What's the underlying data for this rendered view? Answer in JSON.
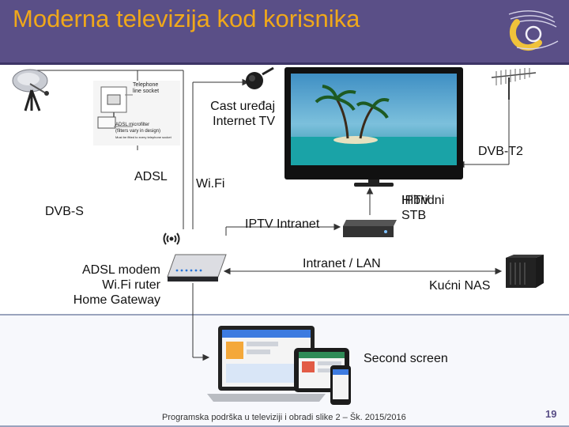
{
  "header": {
    "title": "Moderna televizija kod korisnika",
    "background": "#5a4f87",
    "title_color": "#f0a81a",
    "logo_icon": "institution-logo-icon"
  },
  "labels": {
    "cast_line1": "Cast uređaj",
    "cast_line2": "Internet TV",
    "dvbt2": "DVB-T2",
    "adsl": "ADSL",
    "wifi": "Wi.Fi",
    "dvbs": "DVB-S",
    "iptv_intranet": "IPTV Intranet",
    "hybrid_line1": "Hibridni",
    "hybrid_overlap": "IPTV",
    "hybrid_line2": "STB",
    "modem_line1": "ADSL modem",
    "modem_line2": "Wi.Fi ruter",
    "modem_line3": "Home Gateway",
    "intranet_lan": "Intranet / LAN",
    "nas": "Kućni NAS",
    "second_screen": "Second screen"
  },
  "socket_panel": {
    "telephone_line1": "Telephone",
    "telephone_line2": "line socket",
    "microfilter_line1": "ADSL microfilter",
    "microfilter_line2": "(filters vary in design)",
    "microfilter_line3": "Must be fitted to every telephone socket"
  },
  "footer": {
    "text": "Programska podrška u televiziji i obradi slike 2 – Šk. 2015/2016",
    "page_number": "19"
  },
  "icons": [
    "satellite-dish-icon",
    "terrestrial-antenna-icon",
    "chromecast-icon",
    "tv-icon",
    "set-top-box-icon",
    "router-icon",
    "wifi-signal-icon",
    "nas-icon",
    "laptop-icon",
    "tablet-icon",
    "phone-icon"
  ]
}
